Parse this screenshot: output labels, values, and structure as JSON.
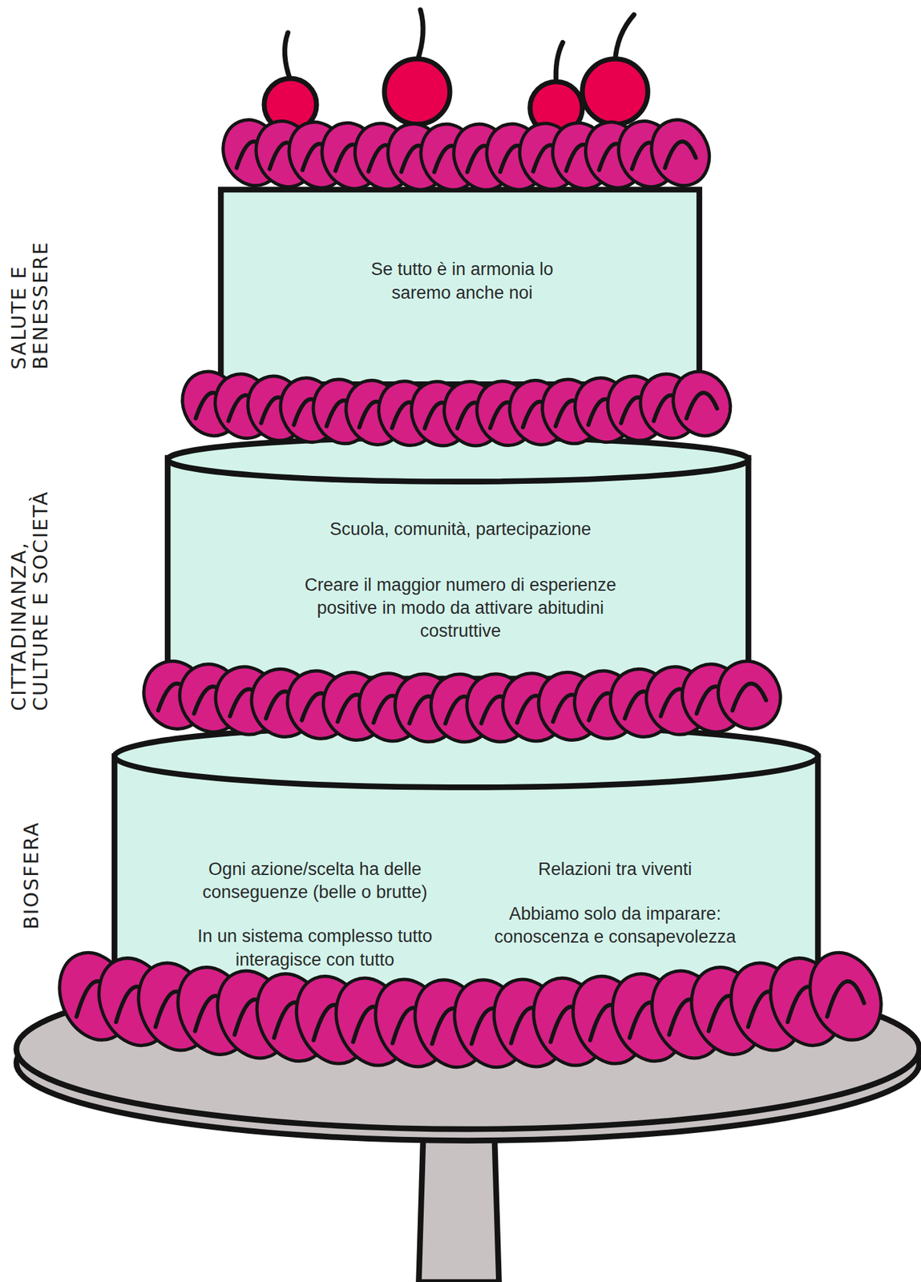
{
  "diagram": {
    "nodes": [
      {
        "text": [
          "SALUTE E BENESSERE",
          "Se tutto è in armonia lo saremo anche noi"
        ]
      },
      {
        "text": [
          "CITTADINANZA, CULTURE E SOCIETÀ",
          "Scuola, comunità, partecipazione",
          "Creare il maggior numero di esperienze positive in modo da attivare abitudini costruttive"
        ]
      },
      {
        "text": [
          "BIOSFERA",
          "Ogni azione/scelta ha delle conseguenze (belle o brutte)",
          "In un sistema complesso tutto interagisce con tutto",
          "Relazioni tra viventi",
          "Abbiamo solo da imparare: conoscenza e consapevolezza"
        ]
      }
    ]
  }
}
